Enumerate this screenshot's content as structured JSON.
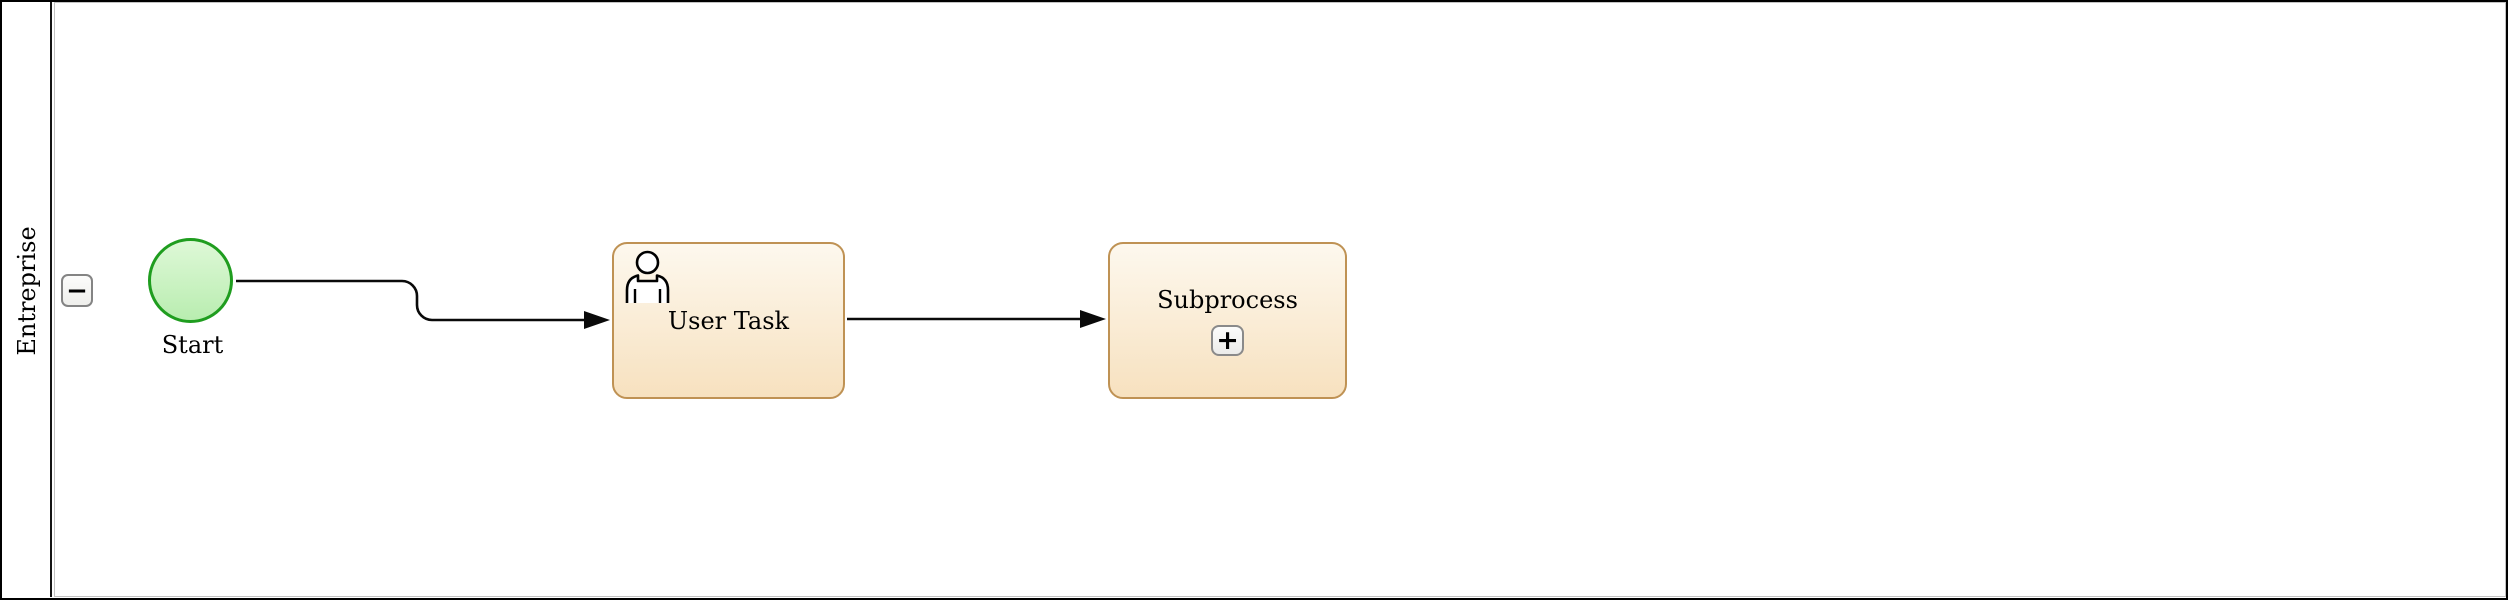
{
  "pool": {
    "label": "Entreprise",
    "collapse_button": {
      "glyph": "−"
    }
  },
  "nodes": {
    "start_event": {
      "type": "start-event",
      "label": "Start"
    },
    "user_task": {
      "type": "user-task",
      "label": "User Task"
    },
    "subprocess": {
      "type": "collapsed-subprocess",
      "label": "Subprocess",
      "expand_button": {
        "glyph": "+"
      }
    }
  },
  "flows": [
    {
      "from": "start_event",
      "to": "user_task"
    },
    {
      "from": "user_task",
      "to": "subprocess"
    }
  ],
  "colors": {
    "start_event_border": "#1f9d1f",
    "start_event_fill_top": "#def8d7",
    "start_event_fill_bottom": "#b9edb0",
    "activity_border": "#bf9254",
    "activity_fill_top": "#fdf8ee",
    "activity_fill_bottom": "#f7e1bf",
    "flow": "#0a0a0a"
  }
}
